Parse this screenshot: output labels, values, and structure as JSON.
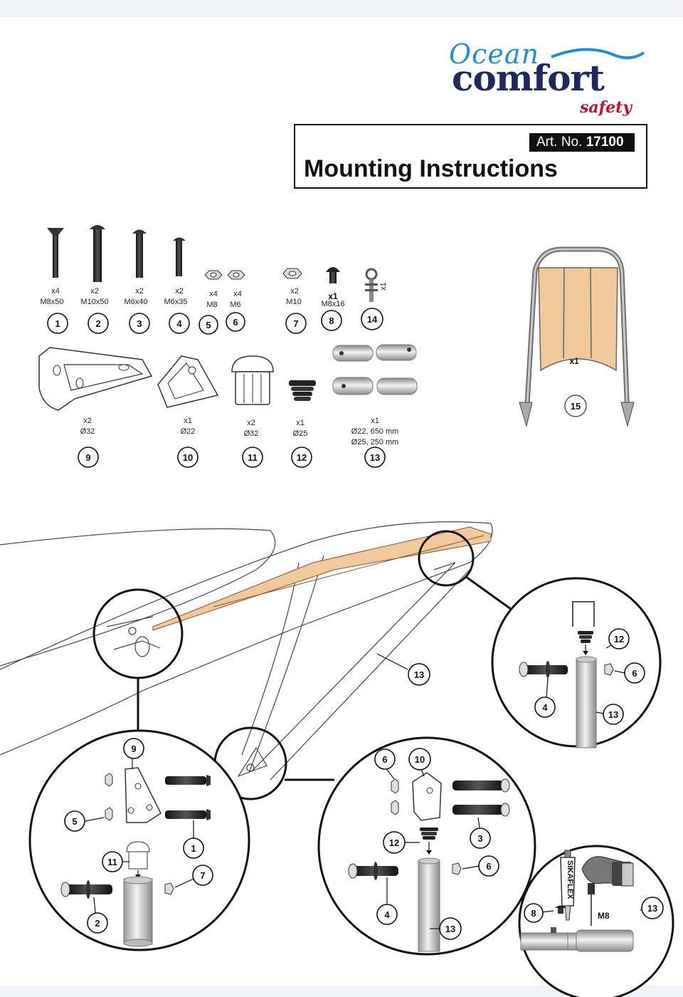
{
  "logo": {
    "line1": "Ocean",
    "line2": "comfort",
    "line3": "safety"
  },
  "header": {
    "art_prefix": "Art. No.",
    "art_number": "17100",
    "title": "Mounting Instructions"
  },
  "parts": [
    {
      "num": "1",
      "qty": "x4",
      "spec": "M8x50"
    },
    {
      "num": "2",
      "qty": "x2",
      "spec": "M10x50"
    },
    {
      "num": "3",
      "qty": "x2",
      "spec": "M6x40"
    },
    {
      "num": "4",
      "qty": "x2",
      "spec": "M6x35"
    },
    {
      "num": "5",
      "qty": "x4",
      "spec": "M8"
    },
    {
      "num": "6",
      "qty": "x4",
      "spec": "M6"
    },
    {
      "num": "7",
      "qty": "x2",
      "spec": "M10"
    },
    {
      "num": "8",
      "qty": "x1",
      "spec": "M8x16"
    },
    {
      "num": "14",
      "qty": "x1",
      "spec": ""
    },
    {
      "num": "9",
      "qty": "x2",
      "spec": "Ø32"
    },
    {
      "num": "10",
      "qty": "x1",
      "spec": "Ø22"
    },
    {
      "num": "11",
      "qty": "x2",
      "spec": "Ø32"
    },
    {
      "num": "12",
      "qty": "x1",
      "spec": "Ø25"
    },
    {
      "num": "13",
      "qty": "x1",
      "spec": "Ø22, 650 mm",
      "spec2": "Ø25, 250 mm"
    },
    {
      "num": "15",
      "qty": "x1",
      "spec": ""
    }
  ],
  "callouts": {
    "main_13": "13",
    "tr": [
      "12",
      "6",
      "4",
      "13"
    ],
    "bl": [
      "9",
      "5",
      "1",
      "11",
      "7",
      "2"
    ],
    "bm": [
      "6",
      "10",
      "3",
      "12",
      "6",
      "4",
      "13"
    ],
    "br": [
      "8",
      "13",
      "M8",
      "SIKAFLEX"
    ]
  },
  "colors": {
    "wood": "#f2c99a",
    "brand_blue": "#1d8fd6",
    "brand_navy": "#1f2a5c",
    "brand_red": "#c8102e"
  }
}
